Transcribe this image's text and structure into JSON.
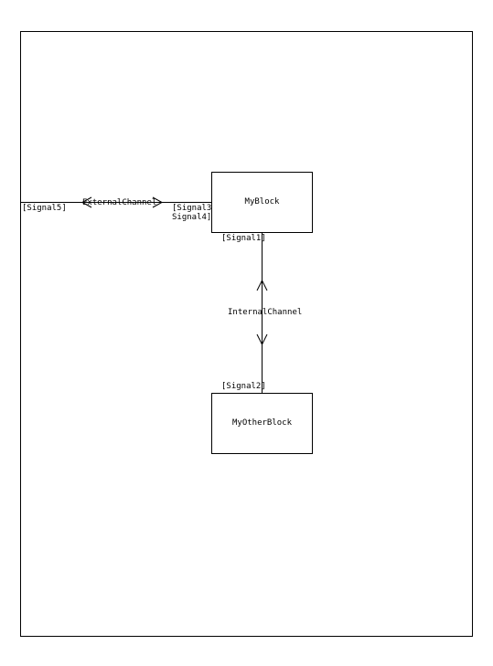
{
  "diagram": {
    "blocks": [
      {
        "id": "block1",
        "name": "MyBlock"
      },
      {
        "id": "block2",
        "name": "MyOtherBlock"
      }
    ],
    "channels": [
      {
        "id": "external",
        "name": "ExternalChannel",
        "direction": "bidirectional",
        "env_signals": "[Signal5]",
        "block_signals_line1": "[Signal3,",
        "block_signals_line2": "Signal4]"
      },
      {
        "id": "internal",
        "name": "InternalChannel",
        "direction": "bidirectional",
        "top_signals": "[Signal1]",
        "bottom_signals": "[Signal2]"
      }
    ],
    "icons": [
      "open-arrowhead-icon"
    ],
    "colors": {
      "line": "#000000",
      "background": "#ffffff"
    }
  }
}
